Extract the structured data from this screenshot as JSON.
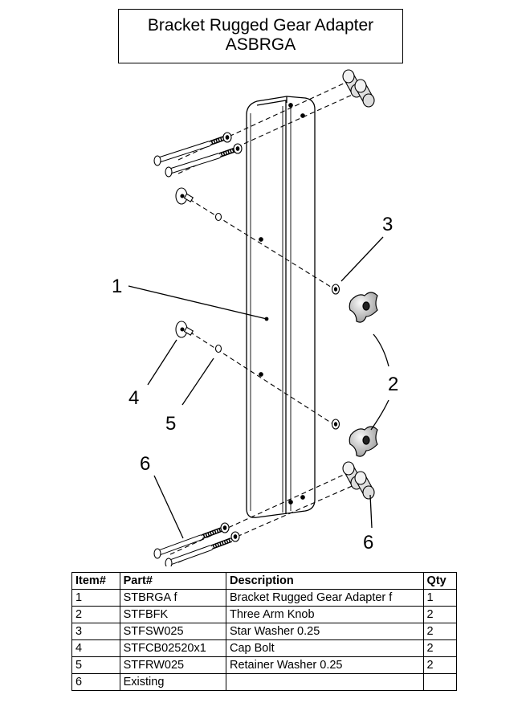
{
  "title": {
    "line1": "Bracket Rugged Gear Adapter",
    "line2": "ASBRGA"
  },
  "callouts": {
    "c1": "1",
    "c2": "2",
    "c3": "3",
    "c4": "4",
    "c5": "5",
    "c6_top": "6",
    "c6_bottom": "6"
  },
  "table": {
    "headers": [
      "Item#",
      "Part#",
      "Description",
      "Qty"
    ],
    "rows": [
      {
        "item": "1",
        "part": "STBRGA f",
        "description": "Bracket Rugged Gear Adapter f",
        "qty": "1"
      },
      {
        "item": "2",
        "part": "STFBFK",
        "description": "Three Arm Knob",
        "qty": "2"
      },
      {
        "item": "3",
        "part": "STFSW025",
        "description": "Star Washer 0.25",
        "qty": "2"
      },
      {
        "item": "4",
        "part": "STFCB02520x1",
        "description": "Cap Bolt",
        "qty": "2"
      },
      {
        "item": "5",
        "part": "STFRW025",
        "description": "Retainer Washer 0.25",
        "qty": "2"
      },
      {
        "item": "6",
        "part": "Existing",
        "description": "",
        "qty": ""
      }
    ]
  }
}
